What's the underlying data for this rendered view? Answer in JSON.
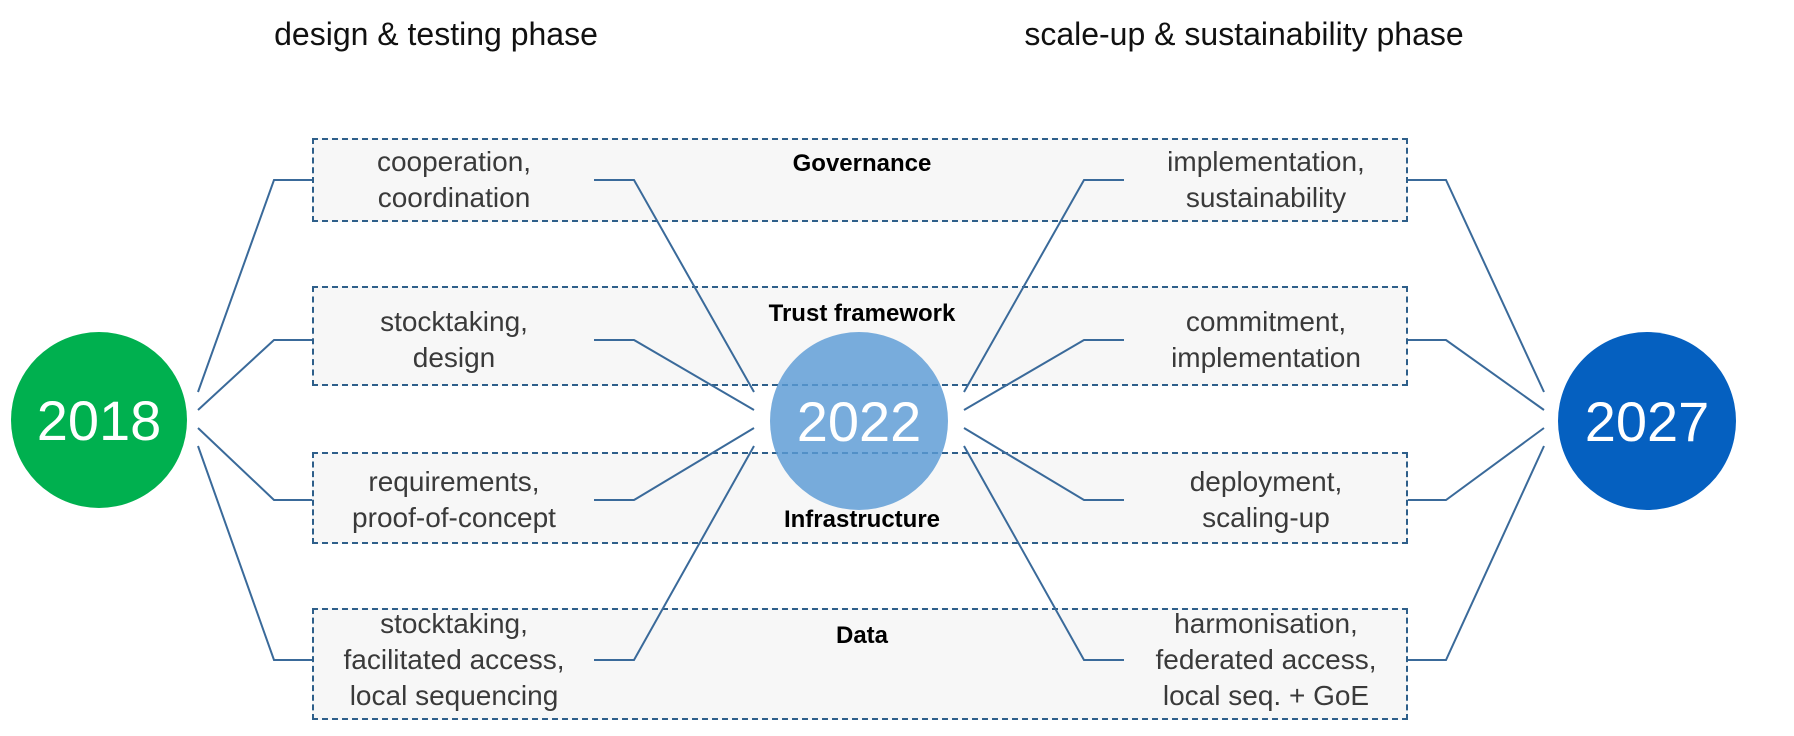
{
  "phases": {
    "left": "design & testing phase",
    "right": "scale-up & sustainability phase"
  },
  "years": {
    "start": "2018",
    "mid": "2022",
    "end": "2027"
  },
  "colors": {
    "start_circle": "#00b04f",
    "mid_circle": "#5b9bd5",
    "end_circle": "#0560c0",
    "connector": "#3a6a9a",
    "band_border": "#2e5f8a"
  },
  "rows": [
    {
      "title": "Governance",
      "left": [
        "cooperation,",
        "coordination"
      ],
      "right": [
        "implementation,",
        "sustainability"
      ]
    },
    {
      "title": "Trust framework",
      "left": [
        "stocktaking,",
        "design"
      ],
      "right": [
        "commitment,",
        "implementation"
      ]
    },
    {
      "title": "Infrastructure",
      "left": [
        "requirements,",
        "proof-of-concept"
      ],
      "right": [
        "deployment,",
        "scaling-up"
      ]
    },
    {
      "title": "Data",
      "left": [
        "stocktaking,",
        "facilitated access,",
        "local sequencing"
      ],
      "right": [
        "harmonisation,",
        "federated access,",
        "local seq. + GoE"
      ]
    }
  ]
}
